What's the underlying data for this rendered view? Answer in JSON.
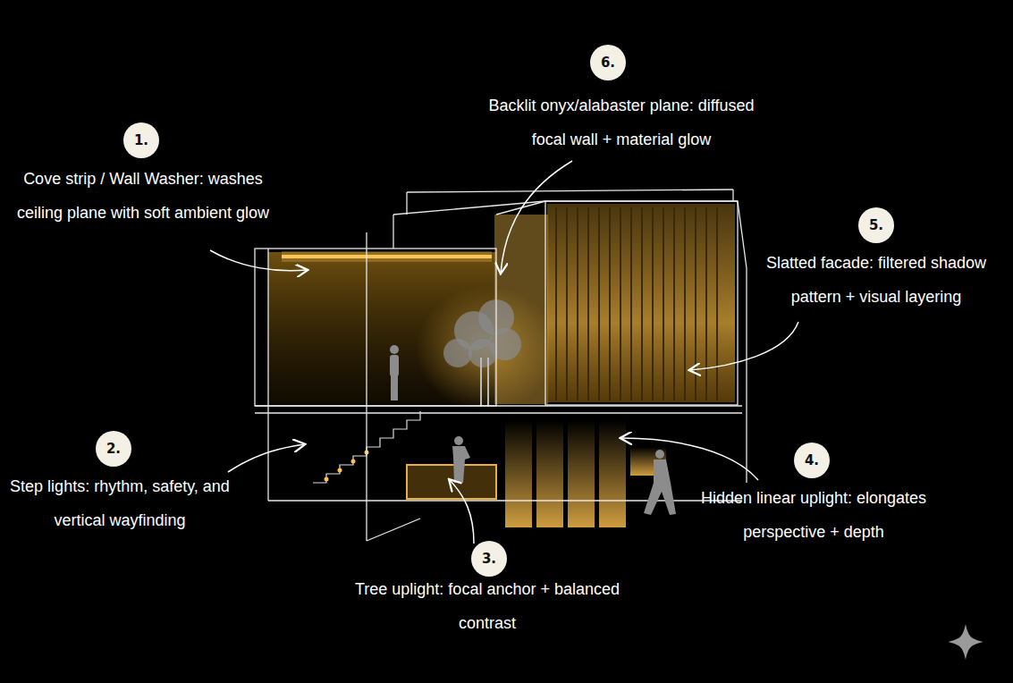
{
  "diagram": {
    "nodes": [
      {
        "text": [
          "6."
        ]
      },
      {
        "text": [
          "1."
        ]
      },
      {
        "text": [
          "5."
        ]
      },
      {
        "text": [
          "2."
        ]
      },
      {
        "text": [
          "4."
        ]
      },
      {
        "text": [
          "3."
        ]
      }
    ],
    "labels": [
      "Backlit onyx/alabaster plane: diffused focal wall + material glow",
      "Cove strip / Wall Washer: washes ceiling plane with soft ambient glow",
      "Slatted facade: filtered shadow pattern + visual layering",
      "Step lights: rhythm, safety, and vertical wayfinding",
      "Hidden linear uplight: elongates perspective + depth",
      "Tree uplight: focal anchor + balanced contrast"
    ]
  }
}
